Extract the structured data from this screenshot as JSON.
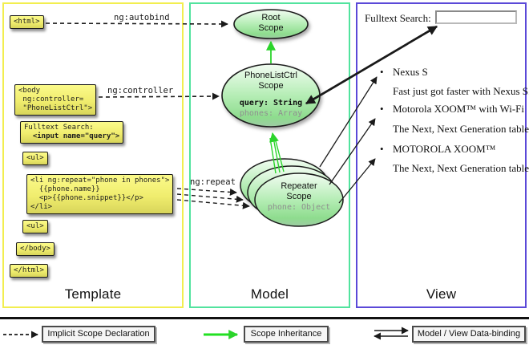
{
  "columns": {
    "template": {
      "title": "Template"
    },
    "model": {
      "title": "Model"
    },
    "view": {
      "title": "View"
    }
  },
  "template_code": {
    "html_open": "<html>",
    "body_open": "<body\n ng:controller=\n \"PhoneListCtrl\">",
    "fulltext_label": "Fulltext Search:",
    "input_code": "  <input name=\"query\">",
    "ul_open": "<ul>",
    "li_block": "<li ng:repeat=\"phone in phones\">\n  {{phone.name}}\n  <p>{{phone.snippet}}</p>\n</li>",
    "ul_close": "<ul>",
    "body_close": "</body>",
    "html_close": "</html>"
  },
  "annotations": {
    "autobind": "ng:autobind",
    "controller": "ng:controller",
    "repeat": "ng:repeat"
  },
  "model_scopes": {
    "root": "Root\nScope",
    "phonelist": "PhoneListCtrl\nScope",
    "query_prop": "query: String",
    "phones_prop": "phones: Array",
    "repeater": "Repeater\nScope",
    "phone_prop": "phone: Object"
  },
  "view": {
    "search_label": "Fulltext Search:",
    "search_value": "",
    "bullet": "•",
    "items": [
      {
        "title": "Nexus S",
        "desc": "Fast just got faster with Nexus S."
      },
      {
        "title": "Motorola XOOM™  with Wi-Fi",
        "desc": "The Next, Next Generation tablet."
      },
      {
        "title": "MOTOROLA XOOM™",
        "desc": "The Next, Next Generation tablet."
      }
    ]
  },
  "legend": {
    "implicit": "Implicit Scope Declaration",
    "inheritance": "Scope Inheritance",
    "databinding": "Model / View Data-binding"
  },
  "colors": {
    "template_border": "#f2ee4f",
    "model_border": "#52e39e",
    "view_border": "#5b49d8",
    "scope_arrow_green": "#2bd42b",
    "arrow_black": "#1a1a1a",
    "code_box_yellow": "#f0ed6e",
    "scope_fill_green": "#8edc8e"
  }
}
